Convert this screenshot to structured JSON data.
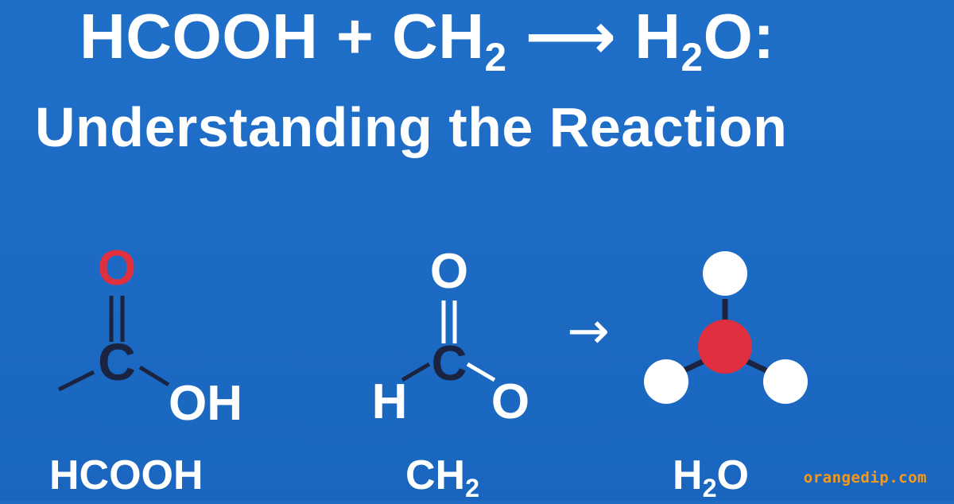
{
  "title": {
    "line1": {
      "formula_left": "HCOOH + CH",
      "sub_left": "2",
      "arrow": " ⟶ ",
      "formula_right": "H",
      "sub_right": "2",
      "formula_right_tail": "O:"
    },
    "line2": "Understanding the Reaction"
  },
  "molecules": {
    "hcooh": {
      "label": "HCOOH",
      "atom_o_top": "O",
      "atom_c": "C",
      "atom_oh": "OH"
    },
    "ch2": {
      "label_main": "CH",
      "label_sub": "2",
      "atom_o_top": "O",
      "atom_c": "C",
      "atom_h": "H",
      "atom_o_right": "O"
    },
    "reaction_arrow": "→",
    "h2o": {
      "label_main": "H",
      "label_sub": "2",
      "label_tail": "O"
    }
  },
  "colors": {
    "background": "#1C6BC4",
    "text": "#FFFFFF",
    "oxygen_highlight": "#E03040",
    "bond": "#1A2340",
    "watermark": "#F39A1E"
  },
  "watermark": "orangedip.com"
}
